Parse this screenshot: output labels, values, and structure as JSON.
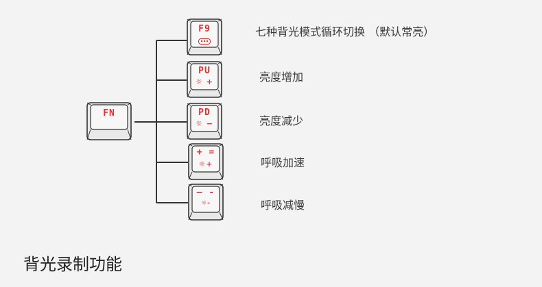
{
  "fn_key": {
    "label": "FN"
  },
  "keys": [
    {
      "top": "F9",
      "bottom_icon": "led-pill-icon",
      "bottom": "",
      "description": "七种背光模式循环切换 （默认常亮）"
    },
    {
      "top": "PU",
      "bottom": "☼ +",
      "bottom_icon": "sun-icon",
      "description": "亮度增加"
    },
    {
      "top": "PD",
      "bottom": "☼ −",
      "bottom_icon": "sun-icon",
      "description": "亮度减少"
    },
    {
      "top": "+ =",
      "bottom": "☼+",
      "bottom_icon": "sun-icon",
      "description": "呼吸加速"
    },
    {
      "top": "— -",
      "bottom": "☼-",
      "bottom_icon": "sun-icon",
      "description": "呼吸减慢"
    }
  ],
  "section_title": "背光录制功能",
  "colors": {
    "accent": "#e53030",
    "background": "#f3f3f3",
    "line": "#333333",
    "text": "#3a3a3a"
  }
}
